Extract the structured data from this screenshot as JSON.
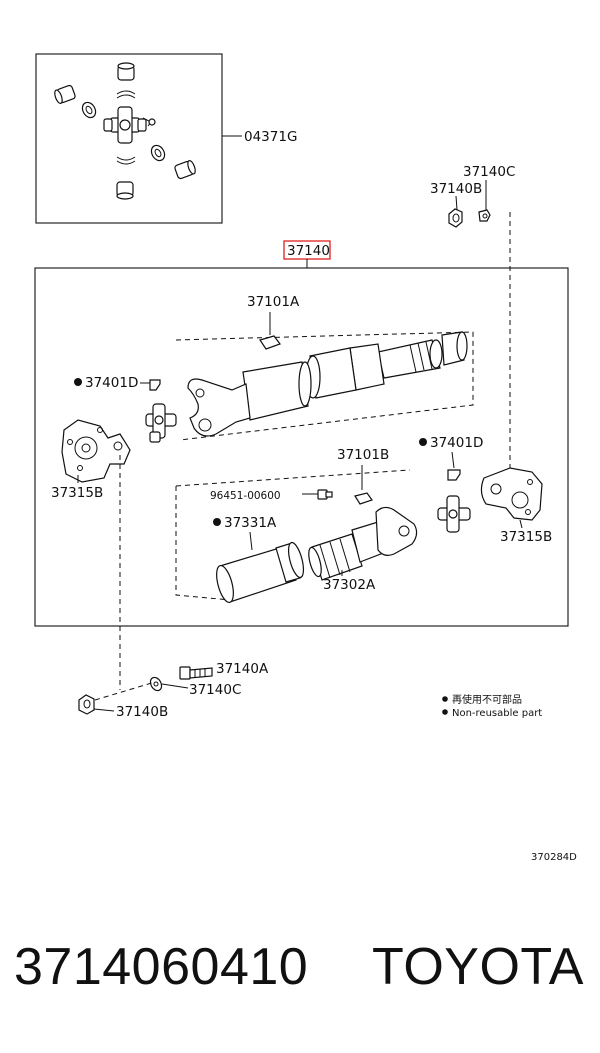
{
  "labels": {
    "kit": "04371G",
    "bolt_set_top": "37140C",
    "nut_top": "37140B",
    "assembly": "37140",
    "retainer_front": "37101A",
    "spider_front": "37401D",
    "flange_left": "37315B",
    "retainer_rear": "37101B",
    "spider_rear": "37401D",
    "grease_fitting": "96451-00600",
    "boot": "37331A",
    "slip_yoke": "37302A",
    "flange_right": "37315B",
    "bolt_bottom": "37140A",
    "washer_bottom": "37140C",
    "nut_bottom": "37140B"
  },
  "legend": {
    "line_jp": "再使用不可部品",
    "line_en": "Non-reusable part"
  },
  "figure_code": "370284D",
  "caption": {
    "part_number": "3714060410",
    "brand": "TOYOTA"
  },
  "colors": {
    "highlight": "#e02020",
    "ink": "#111111"
  }
}
